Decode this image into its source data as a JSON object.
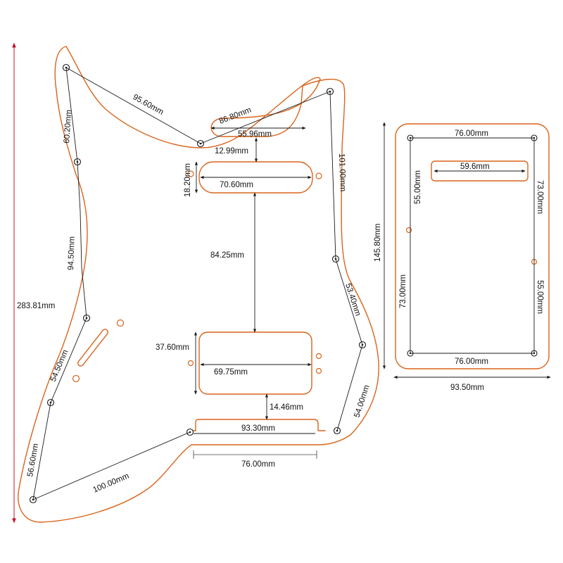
{
  "colors": {
    "outline": "#d9641c",
    "dimension_line": "#1a1a1a",
    "background": "#ffffff"
  },
  "pickguard": {
    "total_height": "283.81mm",
    "dims": {
      "top_horn_diag": "95.60mm",
      "upper_left": "60.20mm",
      "left_mid": "94.50mm",
      "lower_left": "54.50mm",
      "bottom_left": "56.60mm",
      "bottom_diag": "100.00mm",
      "top_notch": "86.80mm",
      "notch_inner": "55.96mm",
      "neck_gap": "12.99mm",
      "right_upper": "101.00mm",
      "right_mid": "53.40mm",
      "right_lower": "54.00mm",
      "single_coil_height": "18.20mm",
      "single_coil_width": "70.60mm",
      "pickup_spacing": "84.25mm",
      "humbucker_height": "37.60mm",
      "humbucker_width": "69.75mm",
      "bridge_gap": "14.46mm",
      "bridge_cut_width": "93.30mm",
      "bottom_span": "76.00mm"
    }
  },
  "backplate": {
    "height": "145.80mm",
    "width": "93.50mm",
    "dims": {
      "top_width": "76.00mm",
      "bottom_width": "76.00mm",
      "slot_width": "59.6mm",
      "left_upper": "55.00mm",
      "left_lower": "73.00mm",
      "right_upper": "73.00mm",
      "right_lower": "55.00mm"
    }
  }
}
